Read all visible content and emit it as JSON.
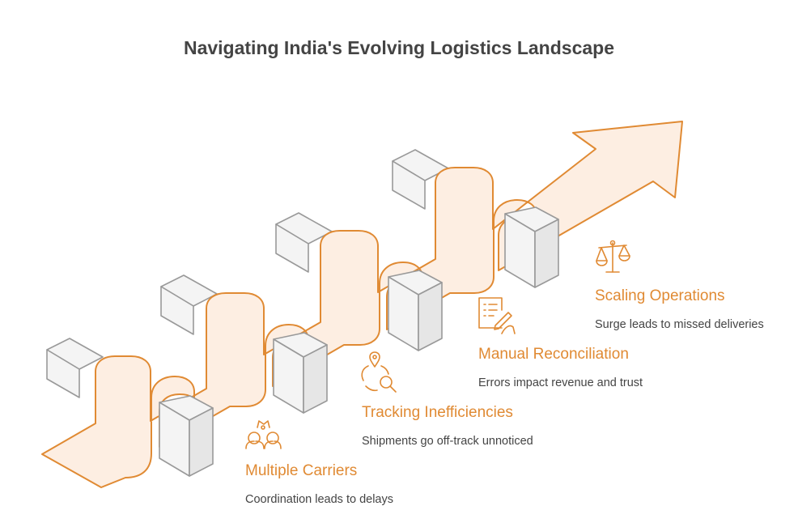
{
  "title": "Navigating India's Evolving Logistics Landscape",
  "colors": {
    "accent": "#E08A33",
    "ribbon_fill": "#FDEEE2",
    "block_top": "#F4F4F4",
    "block_front": "#F4F4F4",
    "block_side": "#E6E6E6",
    "block_stroke": "#999999",
    "text": "#444444"
  },
  "steps": [
    {
      "title": "Multiple Carriers",
      "description": "Coordination leads to delays",
      "icon": "people-group-icon"
    },
    {
      "title": "Tracking Inefficiencies",
      "description": "Shipments go off-track unnoticed",
      "icon": "location-search-icon"
    },
    {
      "title": "Manual Reconciliation",
      "description": "Errors impact revenue and trust",
      "icon": "document-edit-icon"
    },
    {
      "title": "Scaling Operations",
      "description": "Surge leads to missed deliveries",
      "icon": "balance-scale-icon"
    }
  ]
}
